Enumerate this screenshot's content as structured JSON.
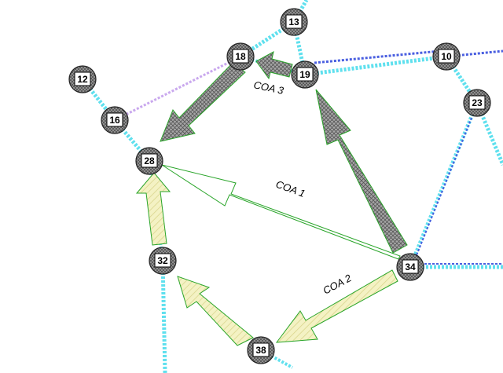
{
  "colors": {
    "road_cyan": "#5fe0ee",
    "road_blue": "#4a5fe0",
    "road_purple": "#c9a8ee",
    "node_fill": "#9a9a9a",
    "node_stroke": "#222222",
    "arrow_gray": "#a6a6a6",
    "arrow_yellow": "#f4f2c4",
    "arrow_outline": "#2aa52a"
  },
  "nodes": [
    {
      "id": "n13",
      "label": "13"
    },
    {
      "id": "n18",
      "label": "18"
    },
    {
      "id": "n19",
      "label": "19"
    },
    {
      "id": "n10",
      "label": "10"
    },
    {
      "id": "n12",
      "label": "12"
    },
    {
      "id": "n16",
      "label": "16"
    },
    {
      "id": "n23",
      "label": "23"
    },
    {
      "id": "n28",
      "label": "28"
    },
    {
      "id": "n32",
      "label": "32"
    },
    {
      "id": "n34",
      "label": "34"
    },
    {
      "id": "n38",
      "label": "38"
    }
  ],
  "coa_labels": {
    "coa1": "COA 1",
    "coa2": "COA 2",
    "coa3": "COA 3"
  }
}
